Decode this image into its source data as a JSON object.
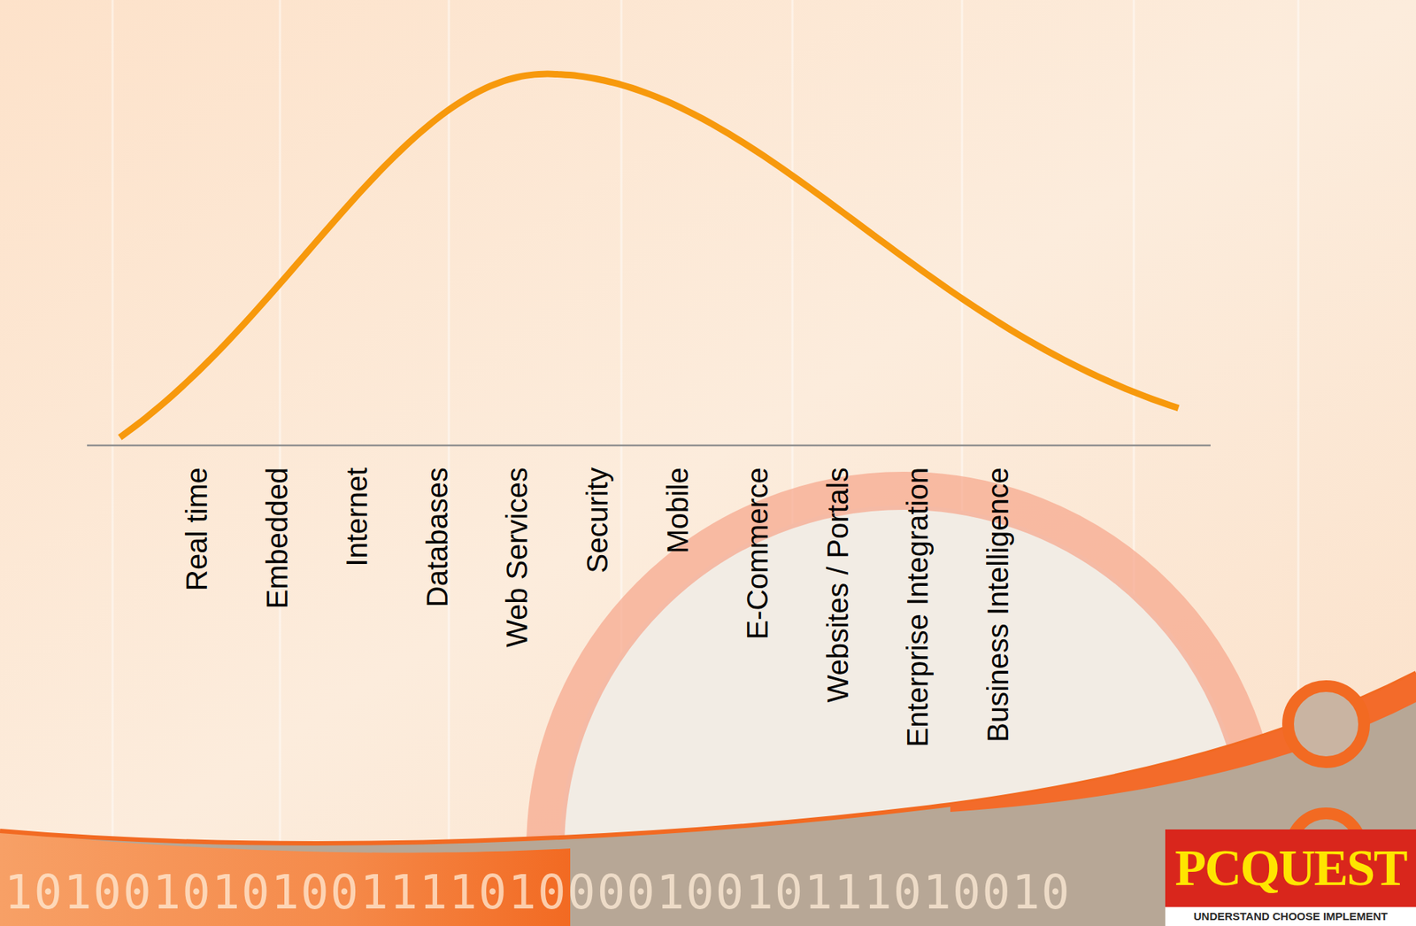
{
  "diagram": {
    "nodes": [
      {
        "text": [
          "PCQUEST",
          "UNDERSTAND CHOOSE IMPLEMENT"
        ]
      }
    ],
    "labels": [
      "Real time",
      "Embedded",
      "Internet",
      "Databases",
      "Web Services",
      "Security",
      "Mobile",
      "E-Commerce",
      "Websites / Portals",
      "Enterprise Integration",
      "Business Intelligence",
      "101001010100111101000010010111010010"
    ]
  }
}
